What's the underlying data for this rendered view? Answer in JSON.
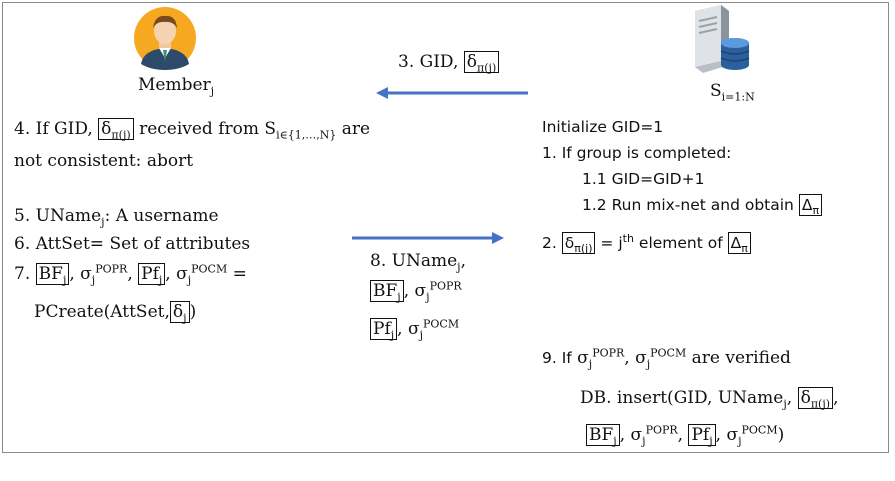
{
  "actors": {
    "member": {
      "name": "Member",
      "sub": "j"
    },
    "server": {
      "name": "S",
      "sub": "i=1:N"
    }
  },
  "msgs": {
    "m3": {
      "prefix": "3. GID,",
      "sym": "δ",
      "sub": "π(j)"
    },
    "m8": {
      "prefix": "8. UName",
      "sub": "j",
      "bf": "BF",
      "bf_sub": "j",
      "sig1": "σ",
      "sig1_sub": "j",
      "sig1_sup": "POPR",
      "pf": "Pf",
      "pf_sub": "j",
      "sig2": "σ",
      "sig2_sub": "j",
      "sig2_sup": "POCM"
    }
  },
  "member_steps": {
    "s4_a": "4. If GID,",
    "s4_sym": "δ",
    "s4_sym_sub": "π(j)",
    "s4_b": "received from",
    "s4_S": "S",
    "s4_S_sub": "i∈{1,…,N}",
    "s4_c": "are",
    "s4_line2": "not consistent: abort",
    "s5_a": "5. UName",
    "s5_sub": "j",
    "s5_b": ": A username",
    "s6": "6. AttSet=  Set of attributes",
    "s7_num": "7.",
    "s7_bf": "BF",
    "s7_bf_sub": "j",
    "s7_sig1": "σ",
    "s7_sig1_sub": "j",
    "s7_sig1_sup": "POPR",
    "s7_pf": "Pf",
    "s7_pf_sub": "j",
    "s7_sig2": "σ",
    "s7_sig2_sub": "j",
    "s7_sig2_sup": "POCM",
    "s7_eq": "=",
    "s7_line2_a": "PCreate(AttSet,",
    "s7_line2_sym": "δ",
    "s7_line2_sym_sub": "j",
    "s7_line2_b": ")"
  },
  "server_steps": {
    "init": "Initialize GID=1",
    "s1": "1. If group is completed:",
    "s11": "1.1 GID=GID+1",
    "s12": "1.2 Run mix-net and obtain",
    "s12_sym": "Δ",
    "s12_sub": "π",
    "s2_num": "2.",
    "s2_sym": "δ",
    "s2_sub": "π(j)",
    "s2_eq": "=",
    "s2_j": "j",
    "s2_th": "th",
    "s2_b": "element of",
    "s2_sym2": "Δ",
    "s2_sub2": "π",
    "s9_a": "9. If",
    "s9_sig1": "σ",
    "s9_sig1_sub": "j",
    "s9_sig1_sup": "POPR",
    "s9_sig2": "σ",
    "s9_sig2_sub": "j",
    "s9_sig2_sup": "POCM",
    "s9_b": "are verified",
    "db_a": "DB. insert(GID, UName",
    "db_sub": "j",
    "db_sym": "δ",
    "db_sym_sub": "π(j)",
    "db_bf": "BF",
    "db_bf_sub": "j",
    "db_sig1": "σ",
    "db_sig1_sub": "j",
    "db_sig1_sup": "POPR",
    "db_pf": "Pf",
    "db_pf_sub": "j",
    "db_sig2": "σ",
    "db_sig2_sub": "j",
    "db_sig2_sup": "POCM",
    "db_end": ")"
  },
  "icons": {
    "member": "user-avatar-icon",
    "server": "database-server-icon"
  },
  "colors": {
    "arrow": "#4472c4",
    "frame": "#8a8a8a"
  }
}
